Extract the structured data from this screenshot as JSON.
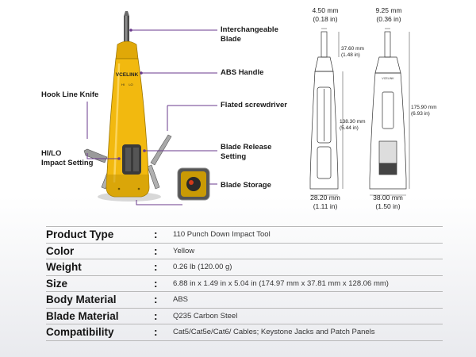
{
  "callouts": {
    "interchangeable_blade": [
      "Interchangeable",
      "Blade"
    ],
    "abs_handle": "ABS Handle",
    "hook_line_knife": "Hook Line Knife",
    "flated_screwdriver": "Flated screwdriver",
    "hilo": [
      "HI/LO",
      "Impact Setting"
    ],
    "blade_release": [
      "Blade Release",
      "Setting"
    ],
    "blade_storage": "Blade Storage"
  },
  "tool_markings": {
    "brand": "VCELINK",
    "hi": "HI",
    "lo": "LO"
  },
  "dimensions": {
    "blade_width": {
      "mm": "4.50 mm",
      "in": "(0.18 in)"
    },
    "side_depth_top": {
      "mm": "9.25 mm",
      "in": "(0.36 in)"
    },
    "blade_length": {
      "mm": "37.60 mm",
      "in": "(1.48 in)"
    },
    "handle_length": {
      "mm": "138.30 mm",
      "in": "(5.44 in)"
    },
    "total_length": {
      "mm": "175.90 mm",
      "in": "(6.93 in)"
    },
    "handle_width": {
      "mm": "28.20 mm",
      "in": "(1.11 in)"
    },
    "handle_depth": {
      "mm": "38.00 mm",
      "in": "(1.50 in)"
    }
  },
  "specs": [
    {
      "key": "Product Type",
      "value": "110 Punch Down Impact Tool"
    },
    {
      "key": "Color",
      "value": "Yellow"
    },
    {
      "key": "Weight",
      "value": "0.26 lb (120.00 g)"
    },
    {
      "key": "Size",
      "value": "6.88 in x 1.49 in x 5.04 in (174.97 mm x 37.81 mm x 128.06 mm)"
    },
    {
      "key": "Body Material",
      "value": "ABS"
    },
    {
      "key": "Blade Material",
      "value": "Q235 Carbon Steel"
    },
    {
      "key": "Compatibility",
      "value": "Cat5/Cat5e/Cat6/ Cables; Keystone Jacks and Patch Panels"
    }
  ],
  "colors": {
    "tool_yellow": "#f2b90f",
    "tool_dark": "#3a3a3a",
    "callout_line": "#6a3a8c"
  }
}
